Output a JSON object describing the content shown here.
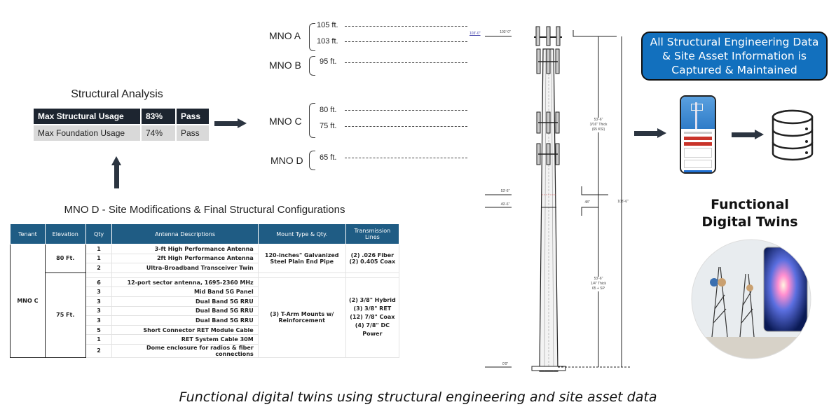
{
  "structural_analysis": {
    "title": "Structural Analysis",
    "rows": [
      {
        "label": "Max Structural Usage",
        "value": "83%",
        "status": "Pass"
      },
      {
        "label": "Max Foundation Usage",
        "value": "74%",
        "status": "Pass"
      }
    ]
  },
  "config": {
    "title": "MNO D - Site Modifications &  Final Structural Configurations",
    "headers": [
      "Tenant",
      "Elevation",
      "Qty",
      "Antenna Descriptions",
      "Mount Type & Qty.",
      "Transmission Lines"
    ],
    "tenant": "MNO C",
    "groups": [
      {
        "elevation": "80 Ft.",
        "mount": "120-inches\" Galvanized Steel Plain End Pipe",
        "lines": [
          "(2) .026 Fiber",
          "(2) 0.405 Coax"
        ],
        "items": [
          {
            "qty": "1",
            "desc": "3-ft High Performance Antenna"
          },
          {
            "qty": "1",
            "desc": "2ft High Performance Antenna"
          },
          {
            "qty": "2",
            "desc": "Ultra-Broadband Transceiver Twin"
          }
        ]
      },
      {
        "elevation": "75 Ft.",
        "mount": "(3) T-Arm Mounts w/ Reinforcement",
        "lines": [
          "(2) 3/8\" Hybrid",
          "(3) 3/8\" RET",
          "(12) 7/8\" Coax",
          "(4) 7/8\" DC Power"
        ],
        "items": [
          {
            "qty": "6",
            "desc": "12-port sector antenna, 1695-2360 MHz"
          },
          {
            "qty": "3",
            "desc": "Mid Band 5G Panel"
          },
          {
            "qty": "3",
            "desc": "Dual Band 5G RRU"
          },
          {
            "qty": "3",
            "desc": "Dual Band 5G RRU"
          },
          {
            "qty": "3",
            "desc": "Dual Band 5G RRU"
          },
          {
            "qty": "5",
            "desc": "Short Connector RET Module Cable"
          },
          {
            "qty": "1",
            "desc": "RET System Cable 30M"
          },
          {
            "qty": "2",
            "desc": "Dome enclosure for radios & fiber connections"
          }
        ]
      }
    ]
  },
  "elevations": {
    "mno_a": {
      "name": "MNO A",
      "levels": [
        "105 ft.",
        "103 ft."
      ]
    },
    "mno_b": {
      "name": "MNO B",
      "levels": [
        "95 ft."
      ]
    },
    "mno_c": {
      "name": "MNO C",
      "levels": [
        "80 ft.",
        "75 ft."
      ]
    },
    "mno_d": {
      "name": "MNO D",
      "levels": [
        "65 ft."
      ]
    }
  },
  "tower_drawing": {
    "top_elev": "103'-0\"",
    "mid_elev_1": "53'-6\"",
    "mid_elev_2": "49'-6\"",
    "base_elev": "0'0\"",
    "upper_section": [
      "53'-6\"",
      "3/16\" Thick",
      "(65 KSI)"
    ],
    "lower_section": [
      "53'-6\"",
      "1/4\" Thick",
      "65 + SP"
    ],
    "overall": "103'-6\"",
    "lap": "48\""
  },
  "callout": {
    "text": "All Structural Engineering Data & Site Asset Information is Captured & Maintained",
    "color": "#1270be"
  },
  "digital_twin": {
    "title_line1": "Functional",
    "title_line2": "Digital Twins"
  },
  "caption": "Functional digital twins using structural engineering and site asset data",
  "colors": {
    "header_dark": "#1d2530",
    "table_header": "#1f5c84",
    "arrow": "#2b3440"
  }
}
